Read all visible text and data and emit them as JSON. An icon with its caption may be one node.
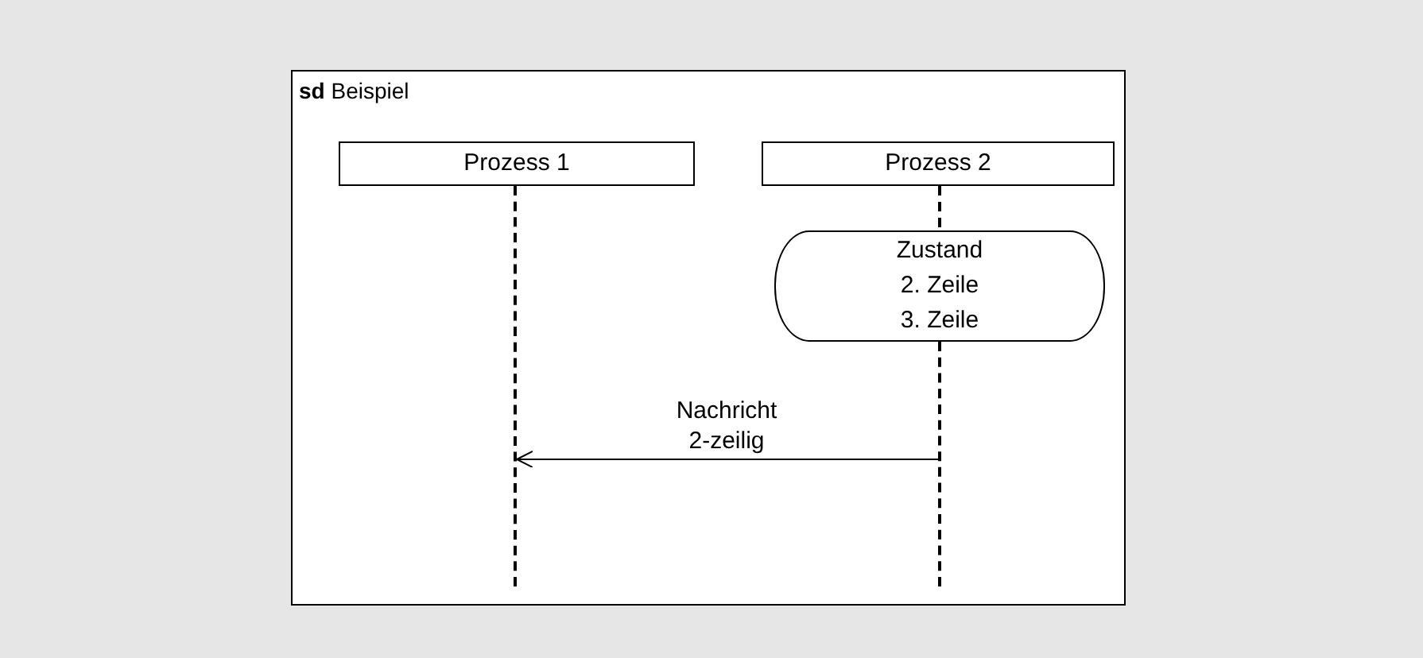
{
  "diagram": {
    "nodes": [
      {
        "text": [
          "**sd** Beispiel"
        ]
      },
      {
        "text": [
          "Prozess 1"
        ],
        "in": 0
      },
      {
        "text": [
          "Prozess 2"
        ],
        "in": 0
      },
      {
        "text": [],
        "shape": "bar",
        "in": 0
      },
      {
        "text": [],
        "shape": "bar",
        "in": 0
      },
      {
        "text": [
          "Zustand 2. Zeile 3. Zeile"
        ],
        "in": 0
      }
    ],
    "edges": [
      {
        "from": 2,
        "to": 5,
        "arrow": "none",
        "style": "dashed"
      },
      {
        "from": 4,
        "to": 3,
        "arrow": "to",
        "label": "Nachricht 2-zeilig"
      }
    ]
  }
}
